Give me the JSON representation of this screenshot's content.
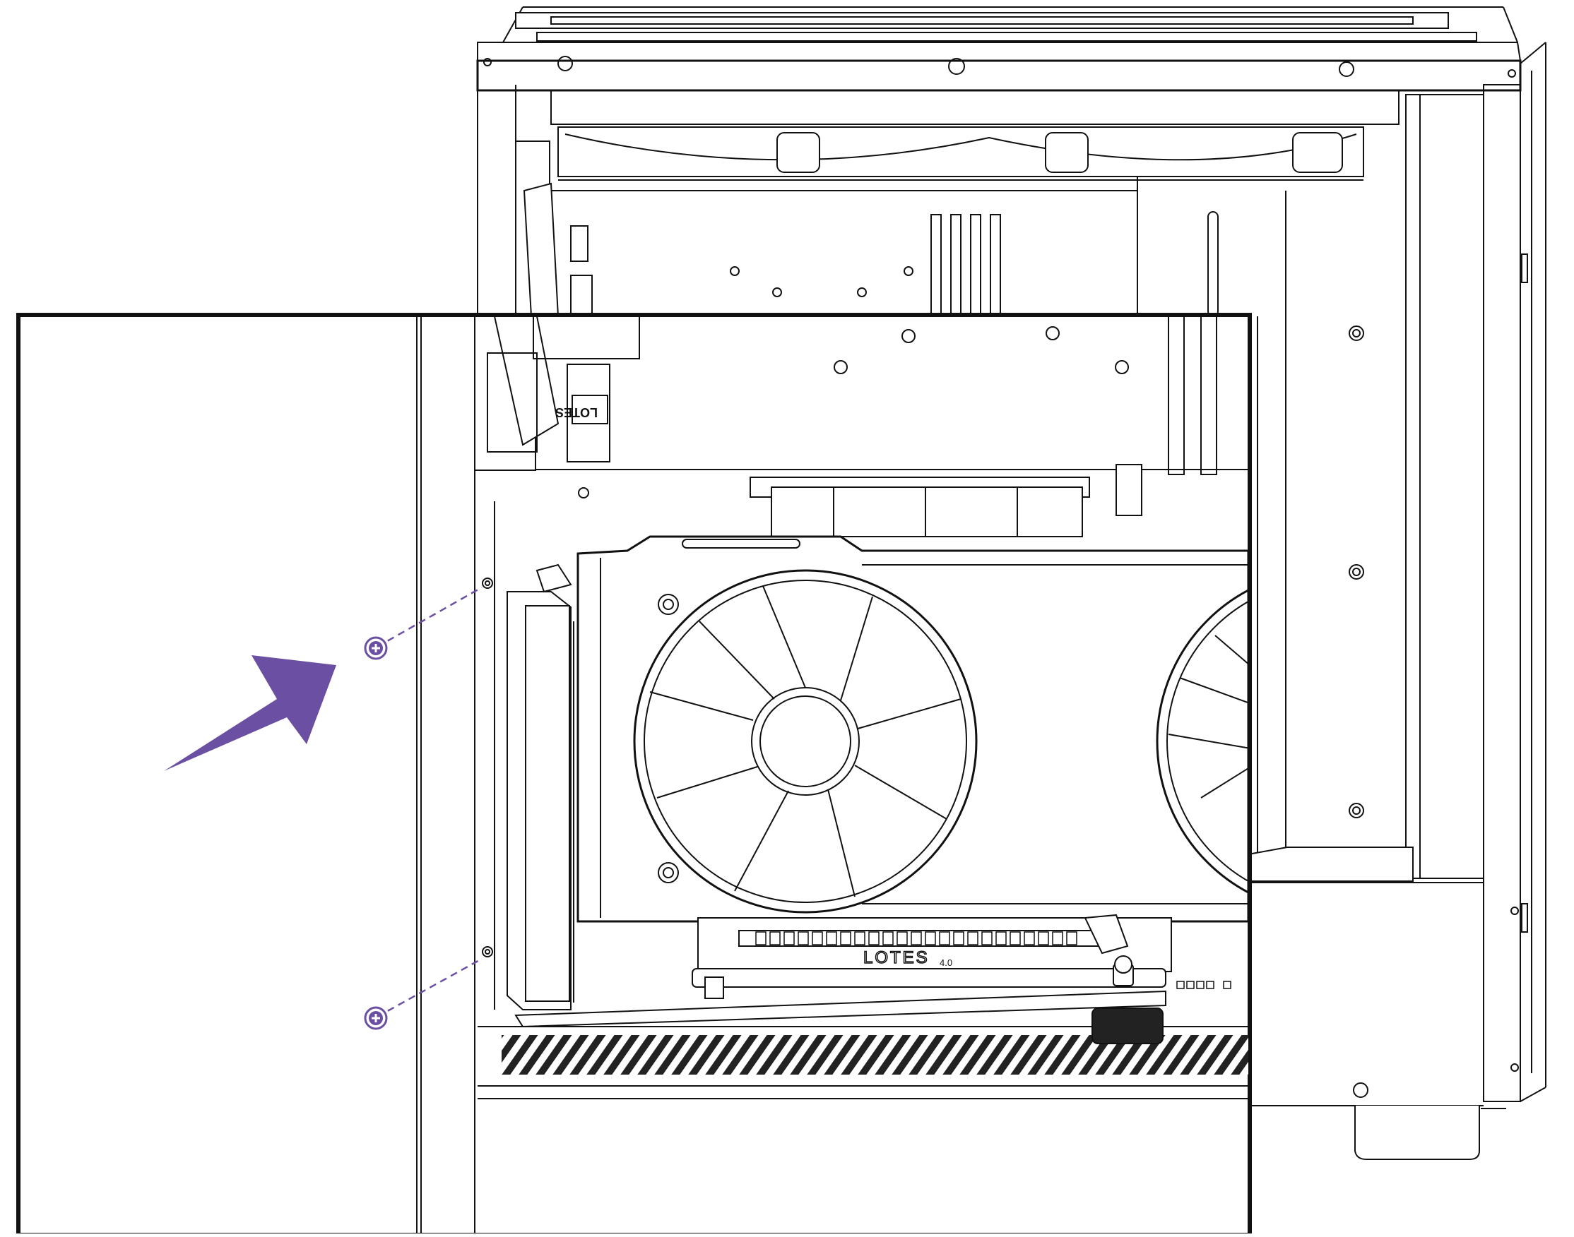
{
  "diagram": {
    "connector_label": "LOTES",
    "connector_version": "4.0",
    "bracket_label": "LOTES",
    "colors": {
      "line": "#111111",
      "accent": "#6b4fa3",
      "background": "#ffffff"
    },
    "icons": [
      "screw-icon",
      "arrow-icon",
      "fan-icon"
    ]
  }
}
